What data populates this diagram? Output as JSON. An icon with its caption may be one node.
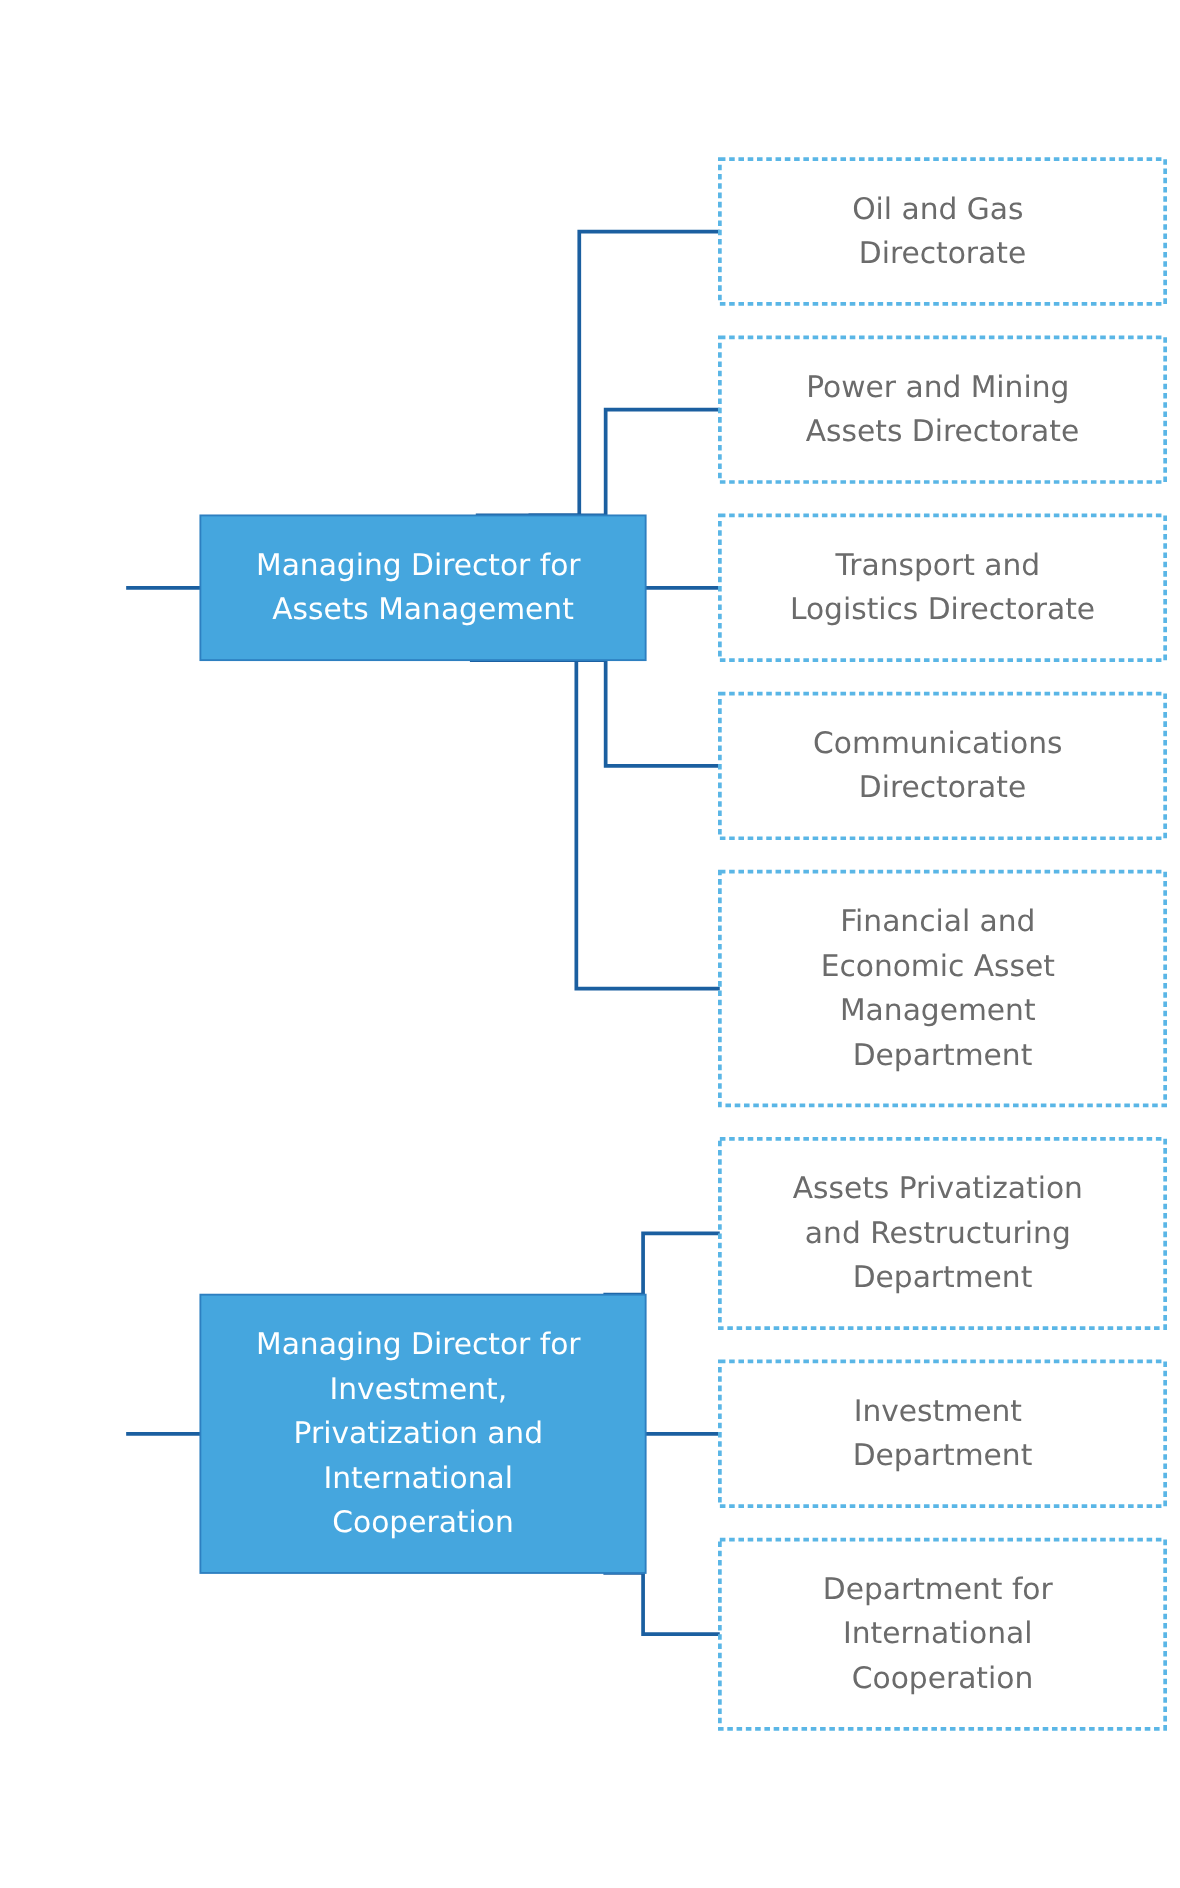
{
  "diagram": {
    "nodes": [
      {
        "text": [
          "Managing Director for Assets Management"
        ]
      },
      {
        "text": [
          "Managing Director for Investment, Privatization and International Cooperation"
        ]
      },
      {
        "text": [
          "Oil and Gas Directorate"
        ]
      },
      {
        "text": [
          "Power and Mining Assets Directorate"
        ]
      },
      {
        "text": [
          "Transport and Logistics Directorate"
        ]
      },
      {
        "text": [
          "Communications Directorate"
        ]
      },
      {
        "text": [
          "Financial and Economic Asset Management Department"
        ]
      },
      {
        "text": [
          "Assets Privatization and Restructuring Department"
        ]
      },
      {
        "text": [
          "Investment Department"
        ]
      },
      {
        "text": [
          "Department for International Cooperation"
        ]
      }
    ],
    "edges": [
      {
        "from": null,
        "to": 0,
        "arrow": "none"
      },
      {
        "from": null,
        "to": 1,
        "arrow": "none"
      },
      {
        "from": 0,
        "to": 2,
        "arrow": "none"
      },
      {
        "from": 0,
        "to": 3,
        "arrow": "none"
      },
      {
        "from": 0,
        "to": 4,
        "arrow": "none"
      },
      {
        "from": 0,
        "to": 5,
        "arrow": "none"
      },
      {
        "from": 0,
        "to": 6,
        "arrow": "none"
      },
      {
        "from": 1,
        "to": 7,
        "arrow": "none"
      },
      {
        "from": 1,
        "to": 8,
        "arrow": "none"
      },
      {
        "from": 1,
        "to": 9,
        "arrow": "none"
      }
    ]
  }
}
